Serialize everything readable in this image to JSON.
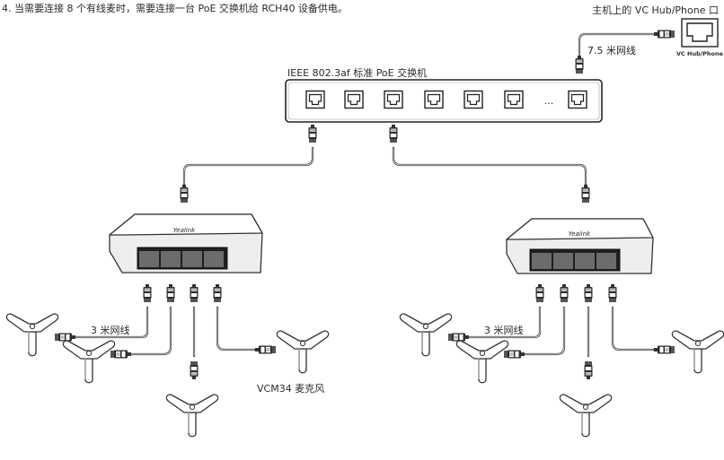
{
  "header": {
    "note": "4. 当需要连接 8 个有线麦时，需要连接一台 PoE 交换机给 RCH40 设备供电。",
    "vc_port_label": "主机上的 VC Hub/Phone 口"
  },
  "vc_hub": {
    "port_tag": "VC Hub/Phone"
  },
  "cables": {
    "uplink_label": "7.5 米网线",
    "mic_cable_label": "3 米网线"
  },
  "poe_switch": {
    "label": "IEEE 802.3af 标准 PoE 交换机",
    "ellipsis": "..."
  },
  "hubs": [
    {
      "brand": "Yealink"
    },
    {
      "brand": "Yealink"
    }
  ],
  "microphone": {
    "label": "VCM34 麦克风"
  }
}
